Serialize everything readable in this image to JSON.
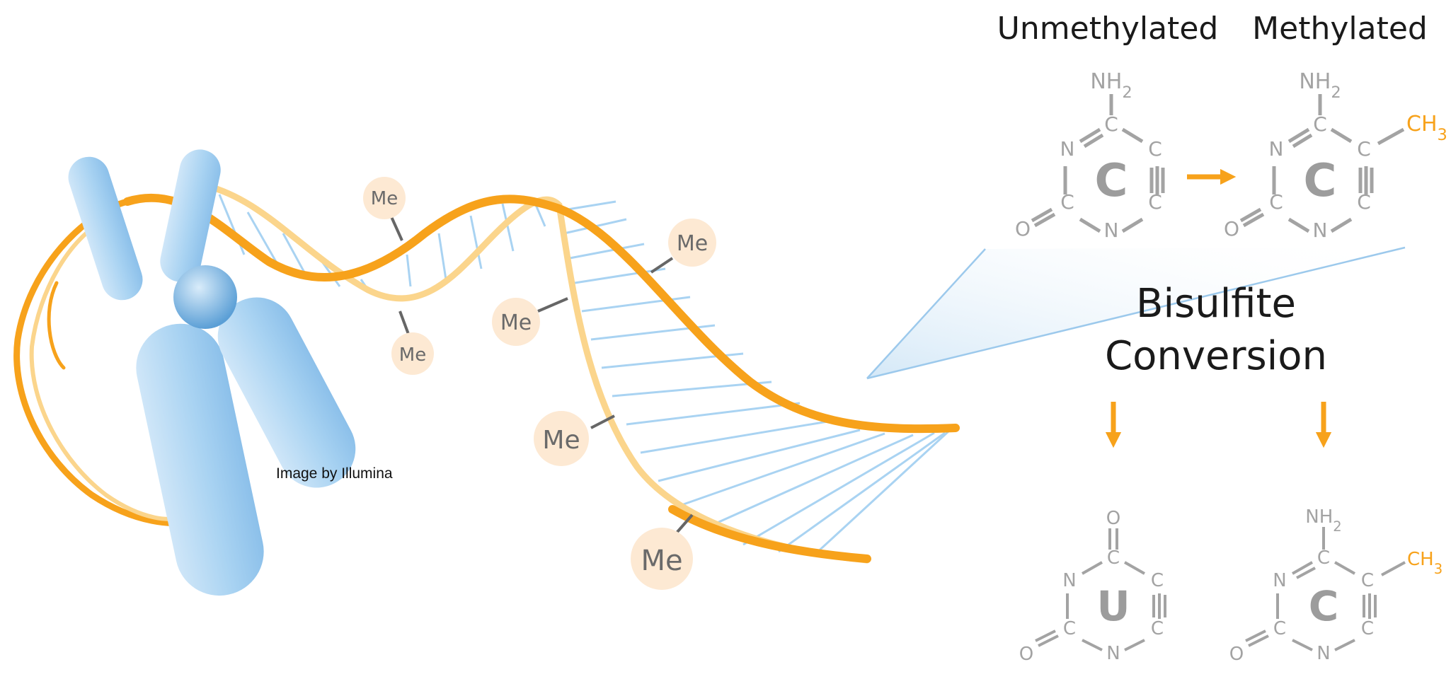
{
  "headers": {
    "unmethylated": "Unmethylated",
    "methylated": "Methylated"
  },
  "process": {
    "line1": "Bisulfite",
    "line2": "Conversion"
  },
  "credit": "Image by Illumina",
  "methyl_tag": "Me",
  "molecules": {
    "top_left": {
      "top": "NH2",
      "ring_letter": "C",
      "atoms": [
        "C",
        "N",
        "C",
        "C",
        "C",
        "N"
      ],
      "exo_o": "O",
      "methyl": ""
    },
    "top_right": {
      "top": "NH2",
      "ring_letter": "C",
      "atoms": [
        "C",
        "N",
        "C",
        "C",
        "C",
        "N"
      ],
      "exo_o": "O",
      "methyl": "CH3"
    },
    "bottom_left": {
      "top": "O",
      "ring_letter": "U",
      "atoms": [
        "C",
        "N",
        "C",
        "C",
        "C",
        "N"
      ],
      "exo_o": "O",
      "methyl": ""
    },
    "bottom_right": {
      "top": "NH2",
      "ring_letter": "C",
      "atoms": [
        "C",
        "N",
        "C",
        "C",
        "C",
        "N"
      ],
      "exo_o": "O",
      "methyl": "CH3"
    }
  },
  "colors": {
    "orange": "#f7a21b",
    "light_orange": "#fbd58c",
    "chromosome_blue": "#a8d2f2",
    "gray": "#a3a3a3",
    "me_circle": "#fde9d3"
  }
}
